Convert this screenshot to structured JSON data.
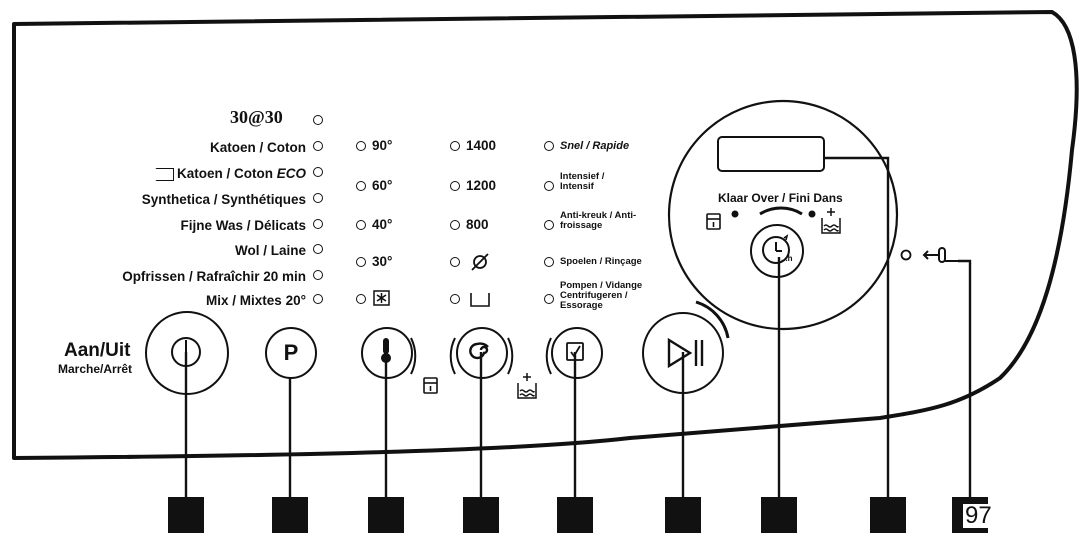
{
  "programs": [
    {
      "label": "30@30"
    },
    {
      "label": "Katoen / Coton"
    },
    {
      "label": "Katoen / Coton",
      "suffix": "ECO"
    },
    {
      "label": "Synthetica / Synthétiques"
    },
    {
      "label": "Fijne Was / Délicats"
    },
    {
      "label": "Wol / Laine"
    },
    {
      "label": "Opfrissen / Rafraîchir 20 min"
    },
    {
      "label": "Mix / Mixtes 20°"
    }
  ],
  "temperatures": [
    "90°",
    "60°",
    "40°",
    "30°"
  ],
  "spin_speeds": [
    "1400",
    "1200",
    "800"
  ],
  "options": [
    "Snel / Rapide",
    "Intensief / Intensif",
    "Anti-kreuk / Anti-froissage",
    "Spoelen / Rinçage",
    "Pompen / Vidange Centrifugeren / Essorage"
  ],
  "power_label": {
    "main": "Aan/Uit",
    "sub": "Marche/Arrêt"
  },
  "program_button_label": "P",
  "display_label": "Klaar Over / Fini Dans",
  "delay_icon_text": "...h",
  "page_number": "97",
  "icons": [
    "power-icon",
    "thermometer-icon",
    "spin-icon",
    "option-check-icon",
    "start-pause-icon",
    "delay-clock-icon",
    "child-lock-key-icon",
    "extra-rinse-icon",
    "time-saver-icon",
    "snowflake-icon",
    "no-spin-icon",
    "empty-tub-icon"
  ]
}
